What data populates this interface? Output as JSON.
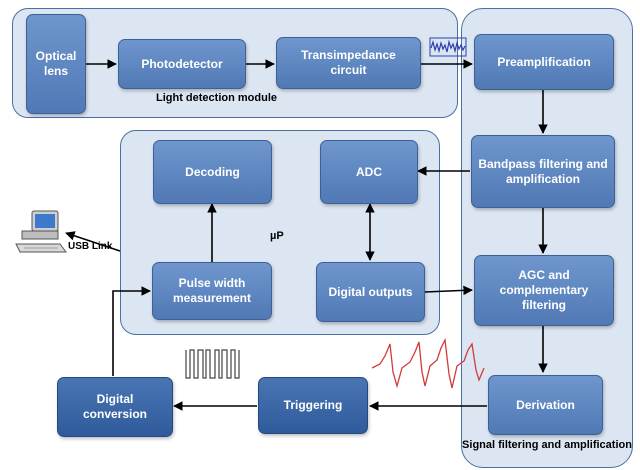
{
  "regions": {
    "light_detection_module": "Light detection module",
    "microprocessor": "µP",
    "signal_filtering": "Signal filtering and amplification"
  },
  "blocks": {
    "optical_lens": "Optical lens",
    "photodetector": "Photodetector",
    "transimpedance": "Transimpedance circuit",
    "preamplification": "Preamplification",
    "bandpass": "Bandpass  filtering and amplification",
    "agc": "AGC and complementary filtering",
    "derivation": "Derivation",
    "triggering": "Triggering",
    "digital_conversion": "Digital conversion",
    "decoding": "Decoding",
    "adc": "ADC",
    "digital_outputs": "Digital outputs",
    "pulse_width": "Pulse width measurement"
  },
  "usb_link": "USB Link",
  "colors": {
    "block": "#5b83bf",
    "block_dark": "#3a66a8",
    "region_fill": "#dce6f2",
    "region_border": "#4a6fa5",
    "wave_blue": "#2a3fb0",
    "wave_red": "#d43a3a"
  }
}
